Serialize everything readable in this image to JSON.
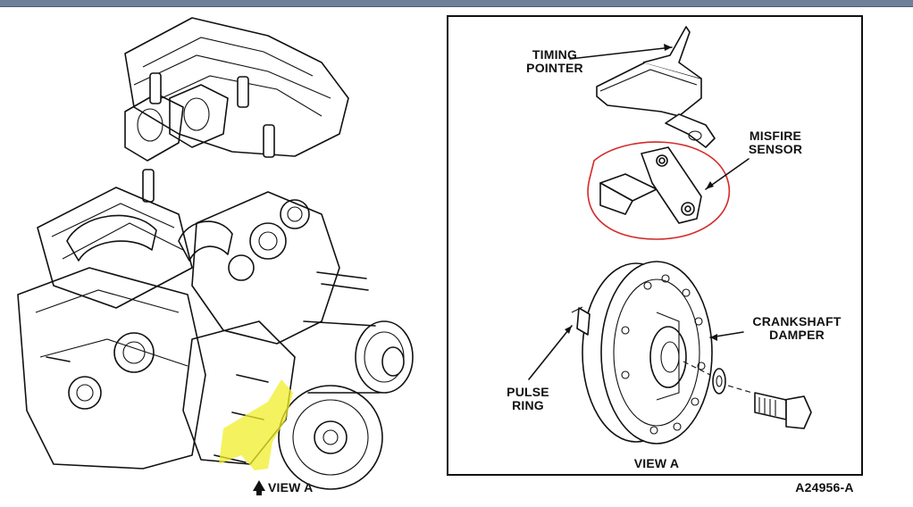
{
  "labels": {
    "timing_pointer_line1": "TIMING",
    "timing_pointer_line2": "POINTER",
    "misfire_sensor_line1": "MISFIRE",
    "misfire_sensor_line2": "SENSOR",
    "crankshaft_damper_line1": "CRANKSHAFT",
    "crankshaft_damper_line2": "DAMPER",
    "pulse_ring_line1": "PULSE",
    "pulse_ring_line2": "RING",
    "view_a_inset": "VIEW A",
    "view_a_engine": "VIEW A",
    "figure_code": "A24956-A"
  },
  "colors": {
    "highlight": "#f2ee2a",
    "sensor_circle": "#d42a2a",
    "window_bar": "#6f8099"
  }
}
